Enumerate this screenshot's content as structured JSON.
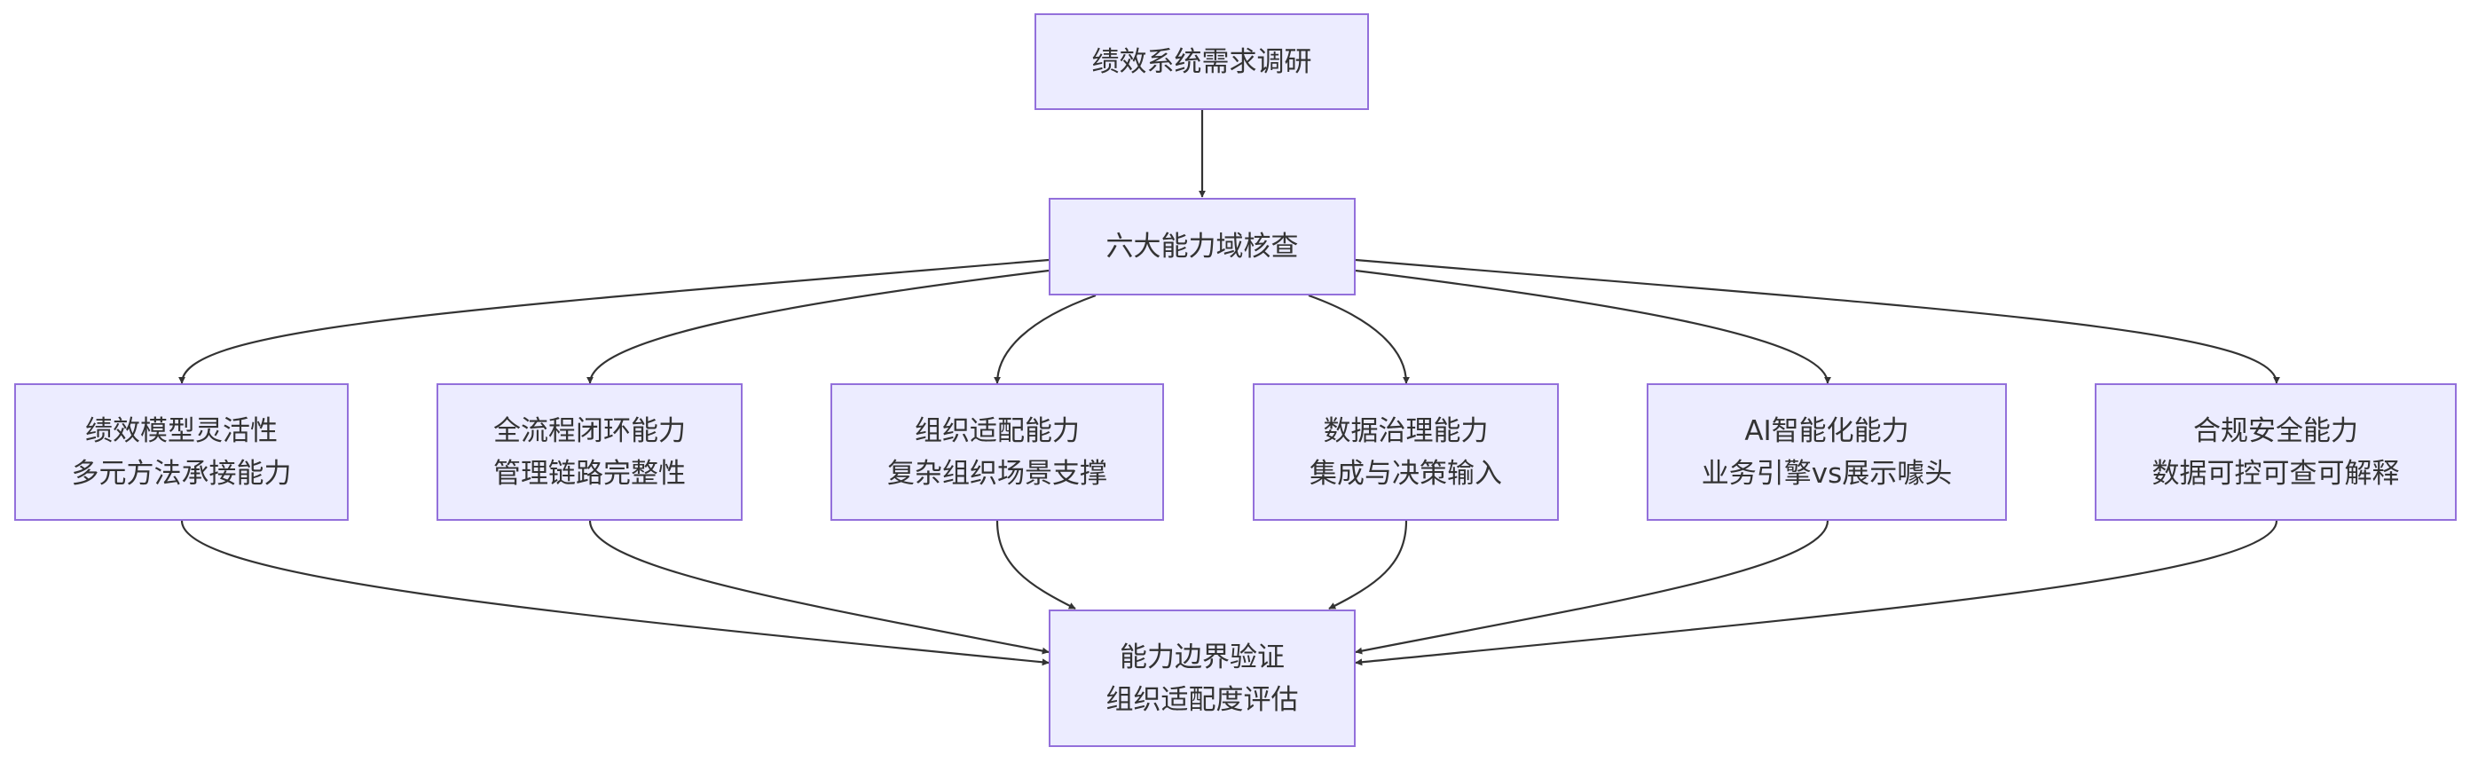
{
  "diagram": {
    "type": "flowchart",
    "style": {
      "node_fill": "#ececff",
      "node_border": "#9370db",
      "text_color": "#333333",
      "edge_color": "#333333"
    },
    "nodes": {
      "research": {
        "line1": "绩效系统需求调研"
      },
      "core": {
        "line1": "六大能力域核查"
      },
      "model": {
        "line1": "绩效模型灵活性",
        "line2": "多元方法承接能力"
      },
      "loop": {
        "line1": "全流程闭环能力",
        "line2": "管理链路完整性"
      },
      "org": {
        "line1": "组织适配能力",
        "line2": "复杂组织场景支撑"
      },
      "data": {
        "line1": "数据治理能力",
        "line2": "集成与决策输入"
      },
      "ai": {
        "line1": "AI智能化能力",
        "line2": "业务引擎vs展示噱头"
      },
      "compliance": {
        "line1": "合规安全能力",
        "line2": "数据可控可查可解释"
      },
      "verify": {
        "line1": "能力边界验证",
        "line2": "组织适配度评估"
      }
    },
    "edges": [
      {
        "from": "research",
        "to": "core"
      },
      {
        "from": "core",
        "to": "model"
      },
      {
        "from": "core",
        "to": "loop"
      },
      {
        "from": "core",
        "to": "org"
      },
      {
        "from": "core",
        "to": "data"
      },
      {
        "from": "core",
        "to": "ai"
      },
      {
        "from": "core",
        "to": "compliance"
      },
      {
        "from": "model",
        "to": "verify"
      },
      {
        "from": "loop",
        "to": "verify"
      },
      {
        "from": "org",
        "to": "verify"
      },
      {
        "from": "data",
        "to": "verify"
      },
      {
        "from": "ai",
        "to": "verify"
      },
      {
        "from": "compliance",
        "to": "verify"
      }
    ]
  }
}
